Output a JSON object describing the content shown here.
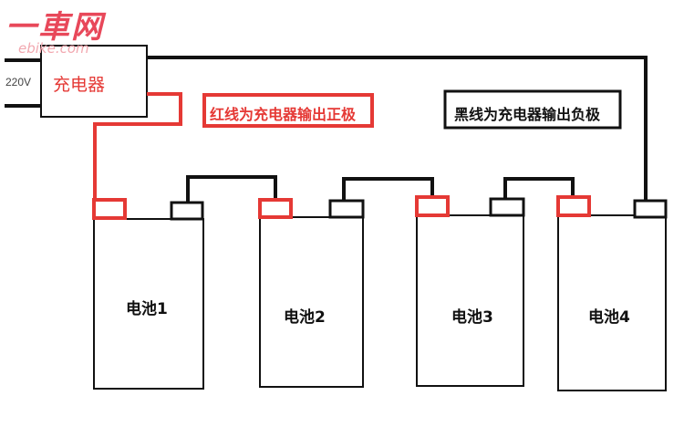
{
  "logo": {
    "main": "一車网",
    "sub": "ebike.com"
  },
  "charger": {
    "label": "充电器",
    "voltage": "220V"
  },
  "annotations": {
    "positive": "红线为充电器输出正极",
    "negative": "黑线为充电器输出负极"
  },
  "batteries": [
    {
      "label": "电池1"
    },
    {
      "label": "电池2"
    },
    {
      "label": "电池3"
    },
    {
      "label": "电池4"
    }
  ],
  "colors": {
    "positive": "#e53935",
    "negative": "#111111"
  }
}
